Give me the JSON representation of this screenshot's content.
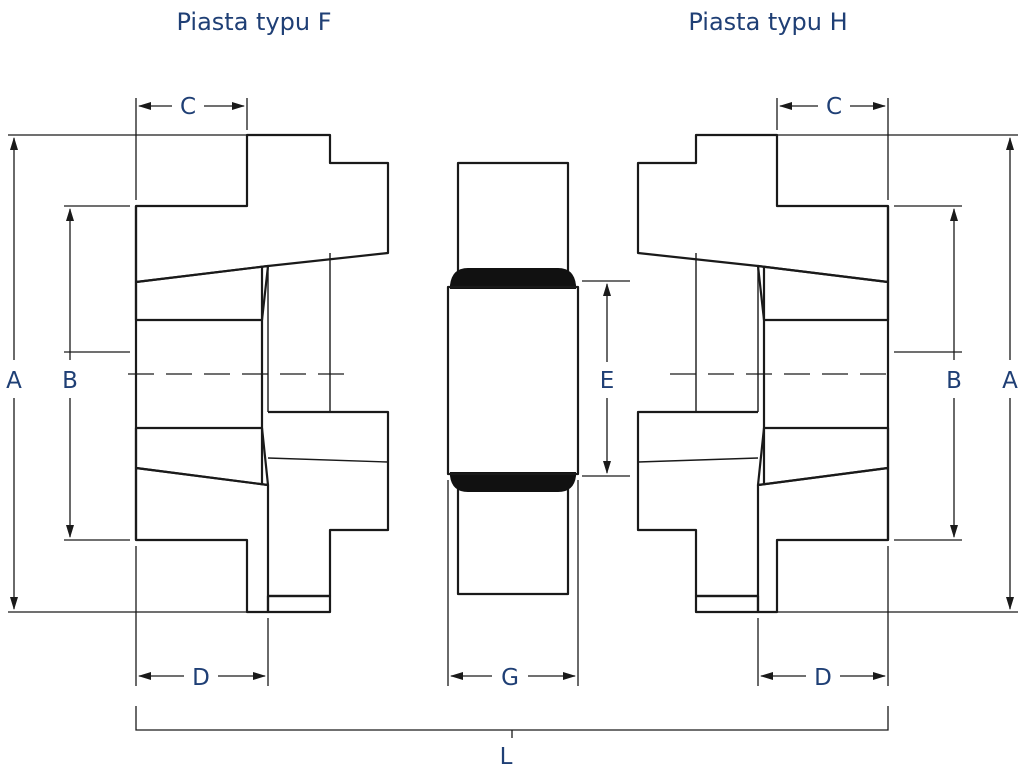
{
  "titles": {
    "left_hub": "Piasta typu F",
    "right_hub": "Piasta typu H"
  },
  "dimensions": {
    "A": "A",
    "B": "B",
    "C": "C",
    "D": "D",
    "E": "E",
    "G": "G",
    "L": "L"
  },
  "colors": {
    "label": "#1f3f75",
    "line": "#1a1a1a",
    "background": "#ffffff"
  }
}
